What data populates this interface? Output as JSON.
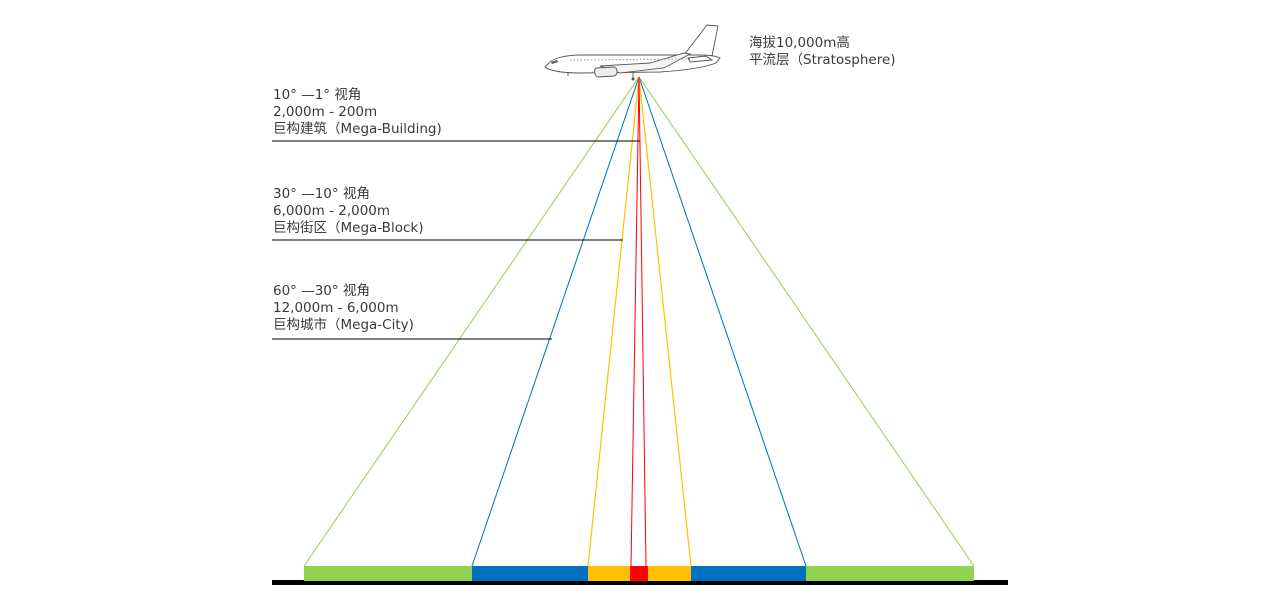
{
  "aircraft": {
    "altitude_label": "海拔10,000m高",
    "layer_label": "平流层（Stratosphere)"
  },
  "view_levels": [
    {
      "angle": "10° —1° 视角",
      "range": "2,000m - 200m",
      "name": "巨构建筑（Mega-Building)",
      "color": "#ff0000"
    },
    {
      "angle": "30° —10° 视角",
      "range": "6,000m - 2,000m",
      "name": "巨构街区（Mega-Block)",
      "color": "#ffc000"
    },
    {
      "angle": "60° —30° 视角",
      "range": "12,000m - 6,000m",
      "name": "巨构城市（Mega-City)",
      "color": "#0070c0"
    }
  ],
  "colors": {
    "city": "#92d050",
    "cone_city": "#92d050",
    "block": "#0070c0",
    "cone_block": "#0070c0",
    "building": "#ffc000",
    "cone_building": "#ffc000",
    "center": "#ff0000",
    "ground": "#000000"
  },
  "icons": {
    "aircraft": "airplane-icon"
  }
}
